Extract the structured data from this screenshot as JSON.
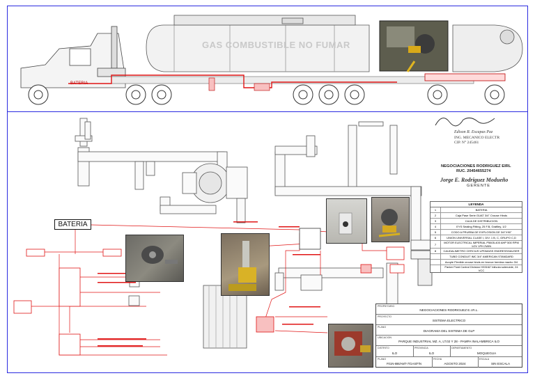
{
  "truck": {
    "tank_label": "GAS COMBUSTIBLE NO FUMAR",
    "battery_tag": "BATERIA"
  },
  "signature": {
    "engineer_name": "Edison R. Escapas Paz",
    "engineer_title": "ING. MECANICO ELECTR",
    "engineer_cip": "CIP. N° 245461",
    "company": "NEGOCIACIONES RODRIGUEZ EIRL",
    "company_ruc": "RUC. 20454655274",
    "manager_name": "Jorge E. Rodriguez Modueño",
    "manager_title": "GERENTE"
  },
  "schematic": {
    "battery_label": "BATERIA"
  },
  "legend": {
    "title": "LEYENDA",
    "items": [
      {
        "symbol": "1",
        "desc": "BATERIA"
      },
      {
        "symbol": "2",
        "desc": "Caja Pase Serie GUAT 3/4\" Crouse Hinds"
      },
      {
        "symbol": "3",
        "desc": "CAJA DE DISTRIBUCION"
      },
      {
        "symbol": "4",
        "desc": "EYS Sealing Fitting, 25 F.B, Grafiley, 1/2"
      },
      {
        "symbol": "5",
        "desc": "CODO A PRUEBA DE EXPLOSION DE 3/4\"X90\""
      },
      {
        "symbol": "6",
        "desc": "UNION UNIVERSAL CLASE I, DIV. 1 B, C, GRUPO C,D"
      },
      {
        "symbol": "7",
        "desc": "MOTOR ELECTRICAL IMPERIAL P5605-400 AHP 500 RPM 1/2V 1PH 2WIN"
      },
      {
        "symbol": "8",
        "desc": "CAUDALIMETRO CERCIUS UPDMASS ENDRESSHAUSER"
      },
      {
        "symbol": "",
        "desc": "TUBO CONDUIT IMC 3/4\" AMERICAN STANDARD"
      },
      {
        "symbol": "",
        "desc": "Acople Flexible crouse hinds en bronce hembra macho 3/4"
      },
      {
        "symbol": "",
        "desc": "Parker Fluid Control Division H3316Z Válvula solenoide, 24 VCC"
      }
    ]
  },
  "title_block": {
    "owner_label": "PROPIETARIO",
    "owner": "NEGOCIACIONES RODRIGUEZ E.I.R.L.",
    "project_label": "PROYECTO",
    "project": "SISTEMA ELECTRICO",
    "plan_label": "PLANO",
    "plan": "DIAGRAMA DEL SISTEMA DE GLP",
    "location_label": "UBICACION",
    "location": "PARQUE INDUSTRIAL MZ. A, LT.02 Y 28 - PAMPA INALAMBRICA  ILO",
    "district_label": "DISTRITO",
    "district": "ILO",
    "province_label": "PROVINCIA",
    "province": "ILO",
    "department_label": "DEPARTAMENTO",
    "department": "MOQUEGUA",
    "sheet_label": "PLANO",
    "sheet": "F01N-886/AMT-7/GAS/F/N",
    "date_label": "FECHA",
    "date": "AGOSTO 2024",
    "scale_label": "ESCALA",
    "scale": "SIN ESCALA"
  },
  "colors": {
    "frame": "#2a2ae0",
    "wiring": "#e01414",
    "piping": "#555555"
  }
}
